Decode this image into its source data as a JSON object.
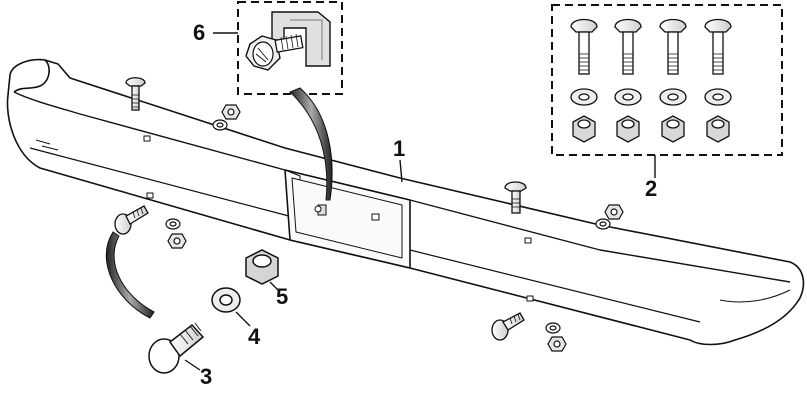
{
  "callouts": {
    "bumper": "1",
    "hardware_kit": "2",
    "carriage_bolt": "3",
    "washer": "4",
    "nut": "5",
    "bracket_bolt": "6"
  },
  "colors": {
    "line": "#111111",
    "part_fill": "#ffffff",
    "shade": "#d9d9d9",
    "dark_shade": "#8c8c8c"
  }
}
